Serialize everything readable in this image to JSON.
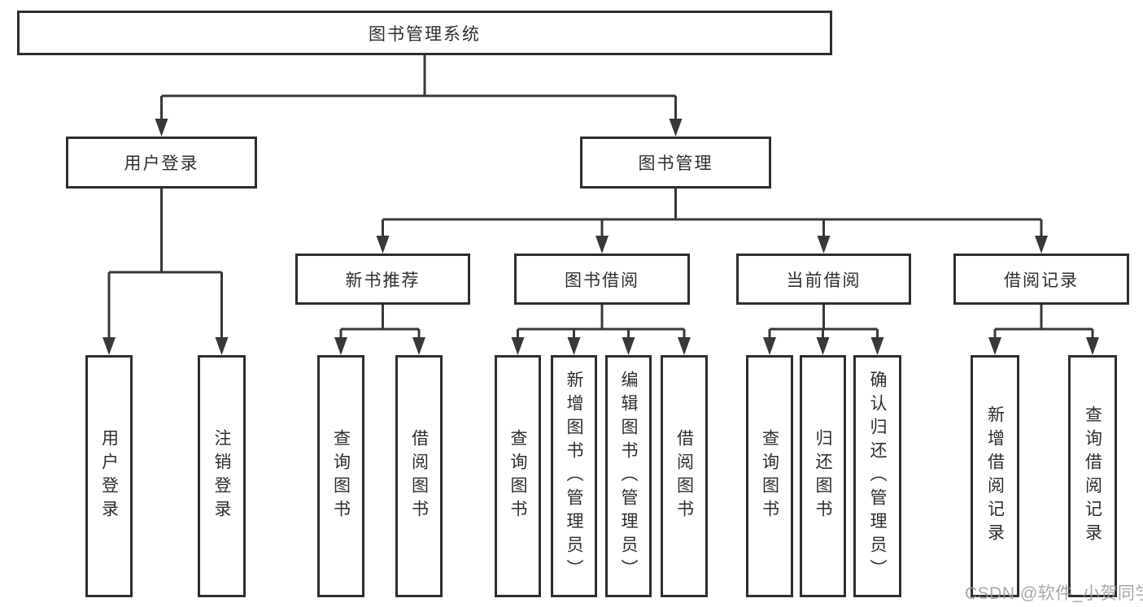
{
  "diagram_title": "图书管理系统",
  "colors": {
    "line": "#383838",
    "border": "#2e2e2e",
    "text": "#2e2e2e",
    "watermark": "#9b9b9b",
    "background": "#ffffff"
  },
  "tree": {
    "label": "图书管理系统",
    "children": [
      {
        "label": "用户登录",
        "children": [
          {
            "label": "用户登录"
          },
          {
            "label": "注销登录"
          }
        ]
      },
      {
        "label": "图书管理",
        "children": [
          {
            "label": "新书推荐",
            "children": [
              {
                "label": "查询图书"
              },
              {
                "label": "借阅图书"
              }
            ]
          },
          {
            "label": "图书借阅",
            "children": [
              {
                "label": "查询图书"
              },
              {
                "label": "新增图书（管理员）"
              },
              {
                "label": "编辑图书（管理员）"
              },
              {
                "label": "借阅图书"
              }
            ]
          },
          {
            "label": "当前借阅",
            "children": [
              {
                "label": "查询图书"
              },
              {
                "label": "归还图书"
              },
              {
                "label": "确认归还（管理员）"
              }
            ]
          },
          {
            "label": "借阅记录",
            "children": [
              {
                "label": "新增借阅记录"
              },
              {
                "label": "查询借阅记录"
              }
            ]
          }
        ]
      }
    ]
  },
  "watermark": {
    "text": "CSDN @软件_小贺同学"
  }
}
